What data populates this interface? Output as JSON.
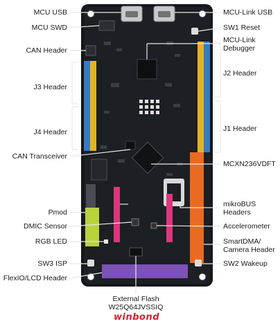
{
  "diagram": {
    "labels": {
      "mcu_usb": "MCU USB",
      "mcu_swd": "MCU SWD",
      "can_header": "CAN Header",
      "j3_header": "J3 Header",
      "j4_header": "J4 Header",
      "can_transceiver": "CAN Transceiver",
      "pmod": "Pmod",
      "dmic_sensor": "DMIC Sensor",
      "rgb_led": "RGB LED",
      "sw3_isp": "SW3 ISP",
      "flexio_lcd_header": "FlexIO/LCD Header",
      "mcu_link_usb": "MCU-Link USB",
      "sw1_reset": "SW1 Reset",
      "mcu_link_debugger_line1": "MCU-Link",
      "mcu_link_debugger_line2": "Debugger",
      "j2_header": "J2 Header",
      "j1_header": "J1 Header",
      "mcxn236vdft": "MCXN236VDFT",
      "mikrobus_line1": "mikroBUS",
      "mikrobus_line2": "Headers",
      "accelerometer": "Accelerometer",
      "smartdma_line1": "SmartDMA/",
      "smartdma_line2": "Camera Header",
      "sw2_wakeup": "SW2 Wakeup",
      "external_flash_line1": "External Flash",
      "external_flash_line2": "W25Q64JVSSIQ",
      "flash_brand": "winbond"
    },
    "colors": {
      "board": "#15171a",
      "blue_header": "#3a78c4",
      "yellow_header": "#e2b423",
      "orange_header": "#ea6a22",
      "purple_header": "#7b52b8",
      "green_header": "#b7d33a",
      "pink_header": "#e0347c",
      "leader": "#e8e8e8",
      "brand": "#d2232a"
    }
  }
}
